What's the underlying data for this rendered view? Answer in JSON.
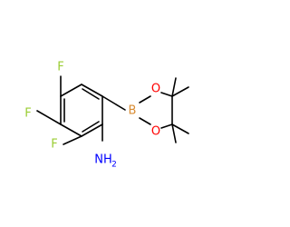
{
  "molecule": {
    "atoms": {
      "F1": "F",
      "F2": "F",
      "F3": "F",
      "N": "NH",
      "N_sub": "2",
      "B": "B",
      "O1": "O",
      "O2": "O"
    },
    "colors": {
      "F": "#9acd32",
      "N": "#0000ff",
      "B": "#d98c33",
      "O": "#ff0000",
      "bond": "#000000"
    }
  }
}
